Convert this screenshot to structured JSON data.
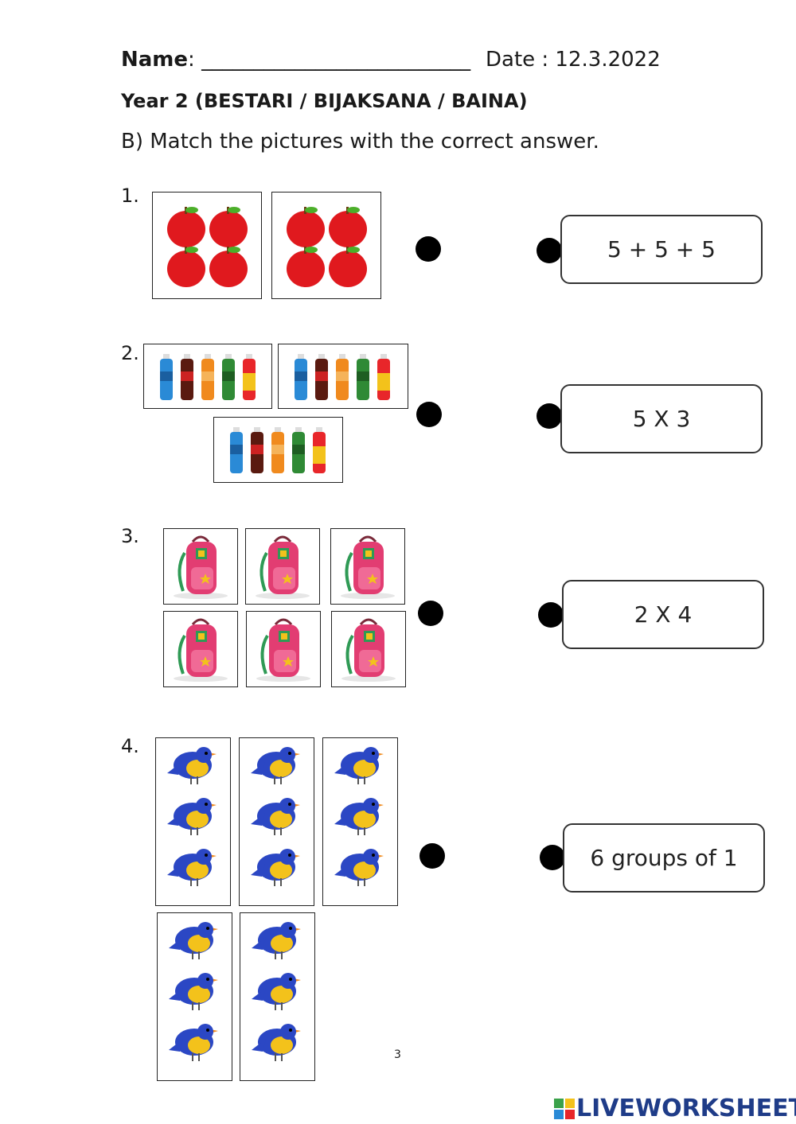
{
  "header": {
    "name_label": "Name",
    "name_colon": ":",
    "name_blank": "__________________________",
    "date_text": "Date : 12.3.2022"
  },
  "title": "Year 2 (BESTARI / BIJAKSANA / BAINA)",
  "instruction": "B) Match the pictures with the correct answer.",
  "questions": [
    {
      "number": "1.",
      "picture": "apple-icon",
      "groups": 2,
      "items_per_group": 4
    },
    {
      "number": "2.",
      "picture": "bottle-icon",
      "groups": 3,
      "items_per_group": 5
    },
    {
      "number": "3.",
      "picture": "backpack-icon",
      "groups": 6,
      "items_per_group": 1
    },
    {
      "number": "4.",
      "picture": "bird-icon",
      "groups": 5,
      "items_per_group": 3
    }
  ],
  "answers": [
    "5 + 5 + 5",
    "5 X 3",
    "2 X 4",
    "6 groups of 1"
  ],
  "page_number": "3",
  "brand": "LIVEWORKSHEETS",
  "colors": {
    "apple": "#e0191e",
    "bottle_blue": "#2a8ad6",
    "bottle_brown": "#5a1a10",
    "bottle_orange": "#f08a1e",
    "bottle_green": "#2f8a35",
    "bottle_red_yellow": "#e8262a",
    "backpack": "#e23d72",
    "bird_blue": "#2b47c4",
    "bird_yellow": "#f3c21b",
    "brand": "#1f3c88"
  }
}
